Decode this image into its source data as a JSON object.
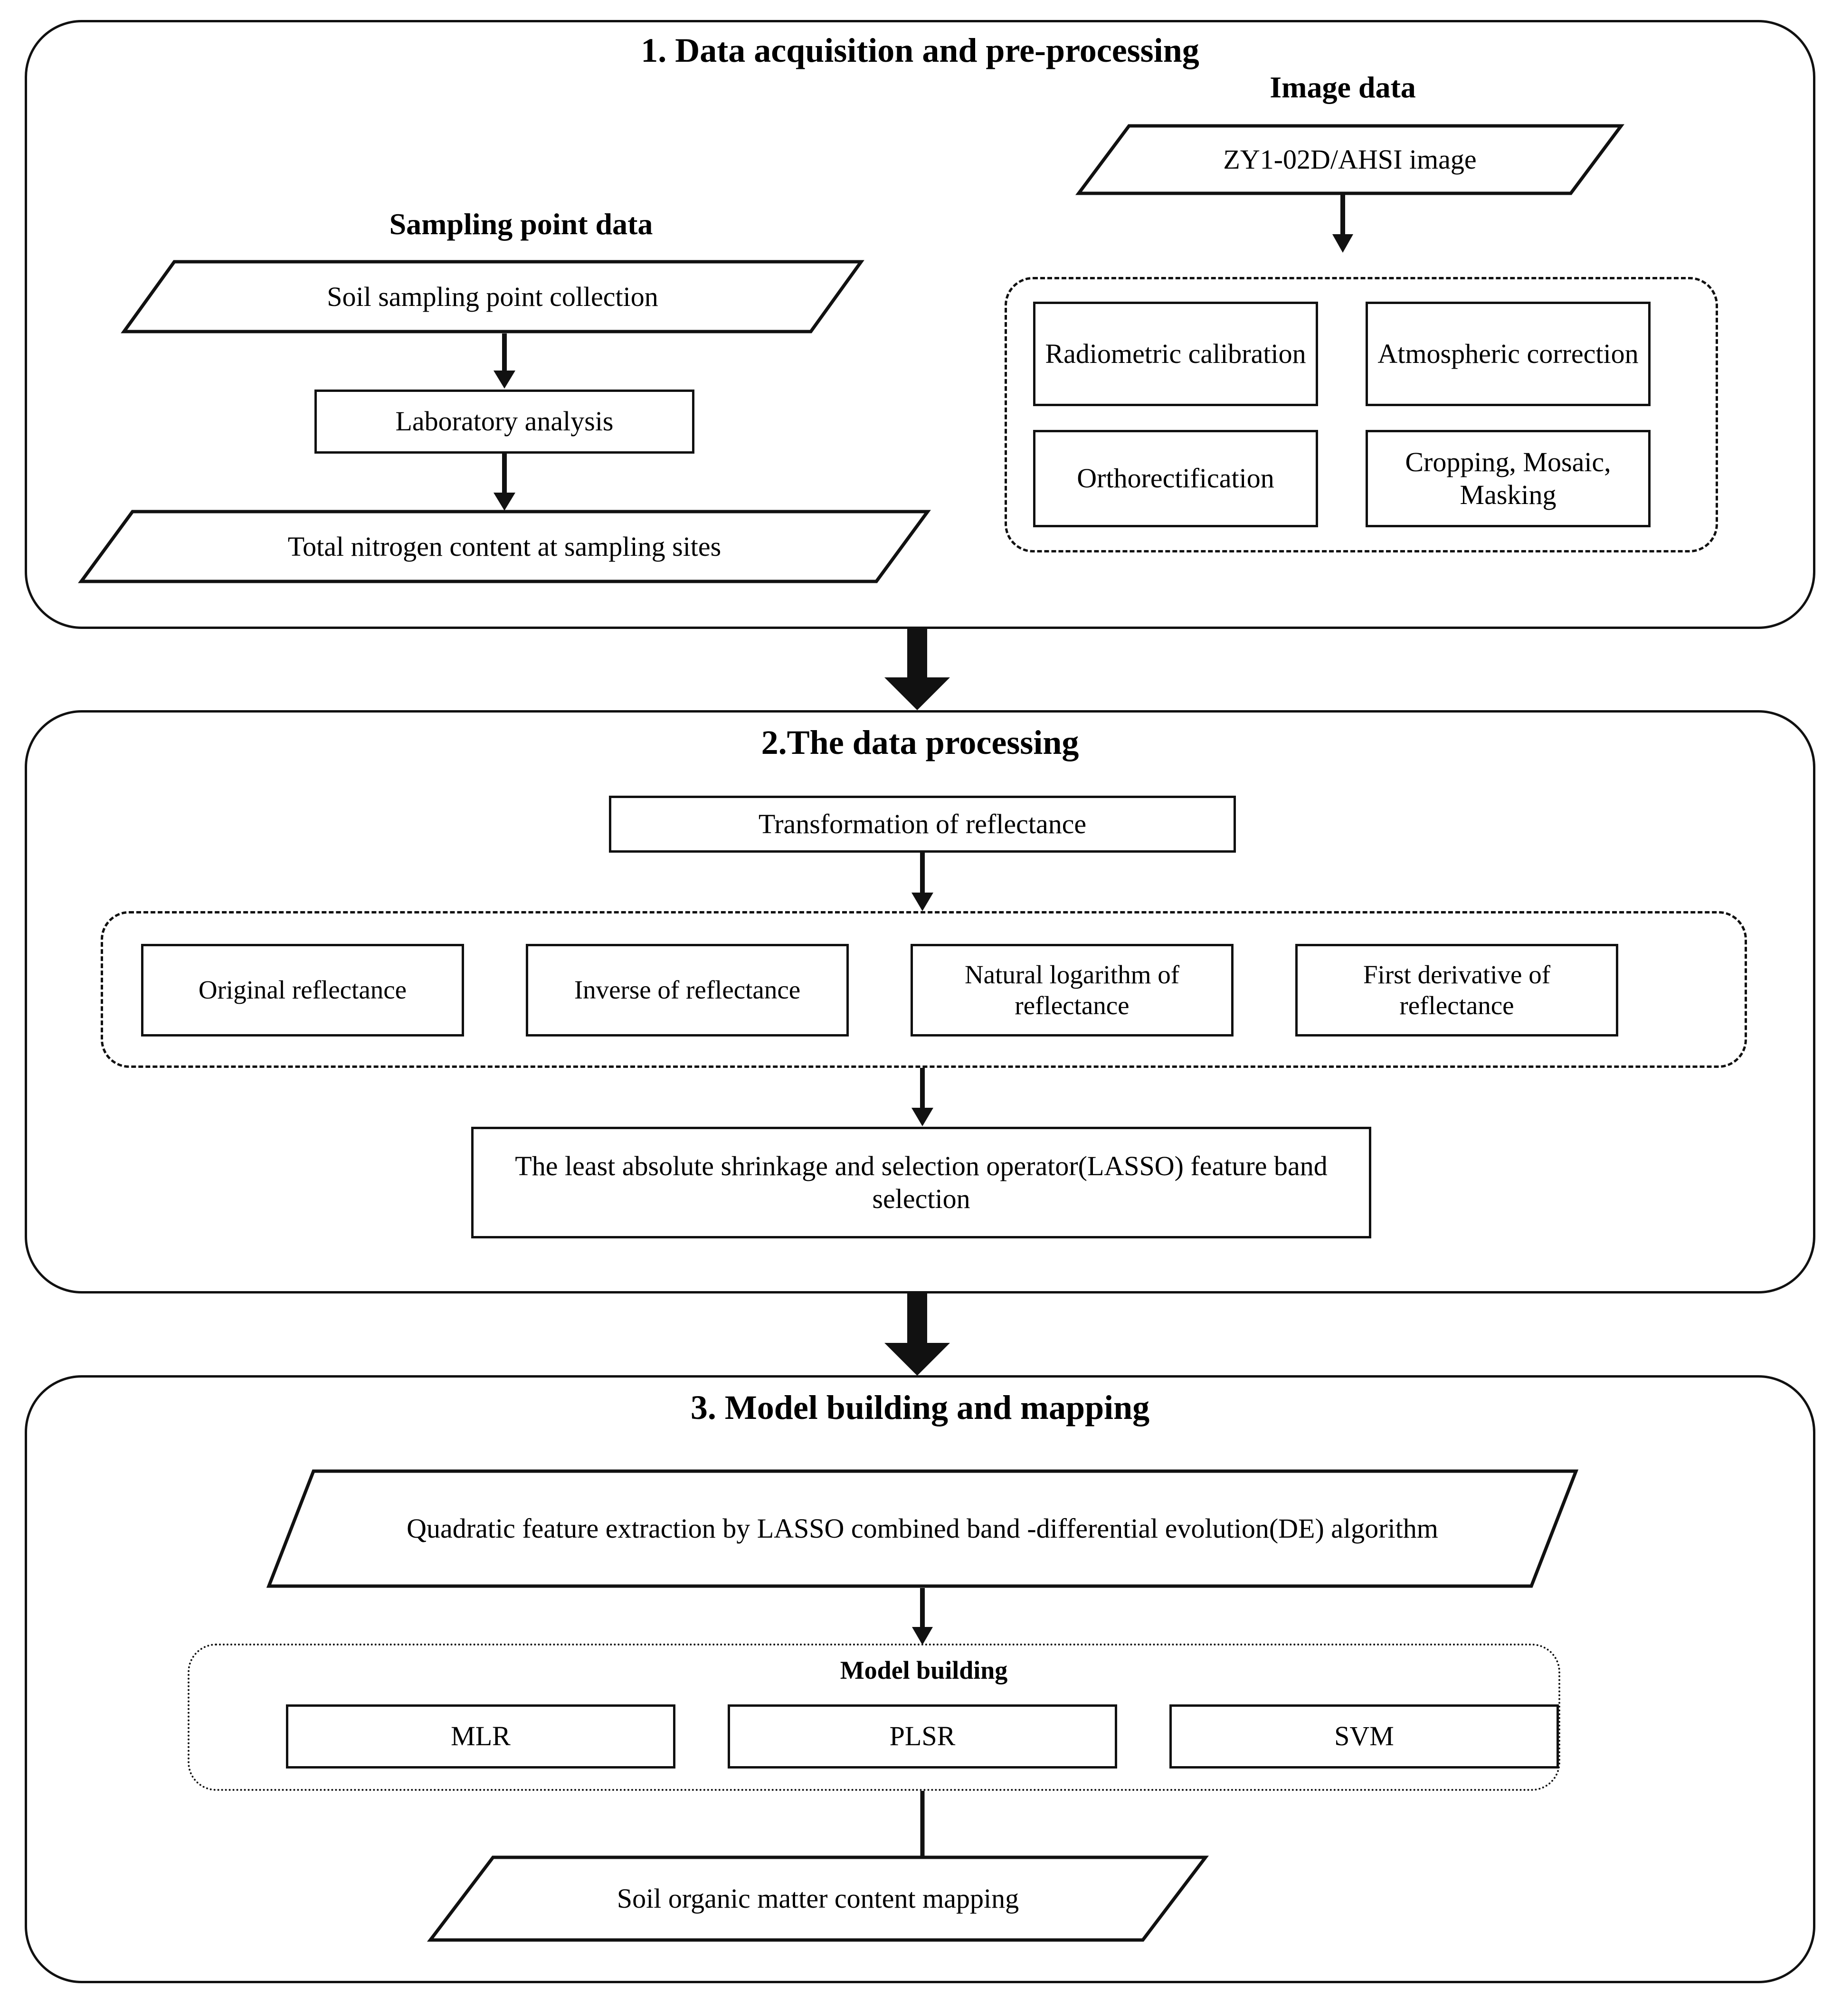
{
  "stage1": {
    "title": "1. Data acquisition and pre-processing",
    "sampling_group_title": "Sampling point data",
    "image_group_title": "Image data",
    "sampling": {
      "collection": "Soil sampling point collection",
      "laboratory": "Laboratory analysis",
      "result": "Total nitrogen content at sampling sites"
    },
    "image": {
      "source": "ZY1-02D/AHSI  image",
      "steps": [
        "Radiometric calibration",
        "Atmospheric correction",
        "Orthorectification",
        "Cropping, Mosaic, Masking"
      ]
    }
  },
  "stage2": {
    "title": "2.The data processing",
    "transformation": "Transformation of reflectance",
    "transforms": [
      "Original reflectance",
      "Inverse of reflectance",
      "Natural logarithm of reflectance",
      "First derivative of reflectance"
    ],
    "lasso": "The least absolute shrinkage and selection operator(LASSO) feature band selection"
  },
  "stage3": {
    "title": "3. Model building and mapping",
    "quadratic": "Quadratic feature extraction by LASSO combined band -differential evolution(DE) algorithm",
    "model_building_label": "Model building",
    "models": [
      "MLR",
      "PLSR",
      "SVM"
    ],
    "output": "Soil organic matter content mapping"
  },
  "colors": {
    "stroke": "#111111",
    "background": "#ffffff"
  }
}
